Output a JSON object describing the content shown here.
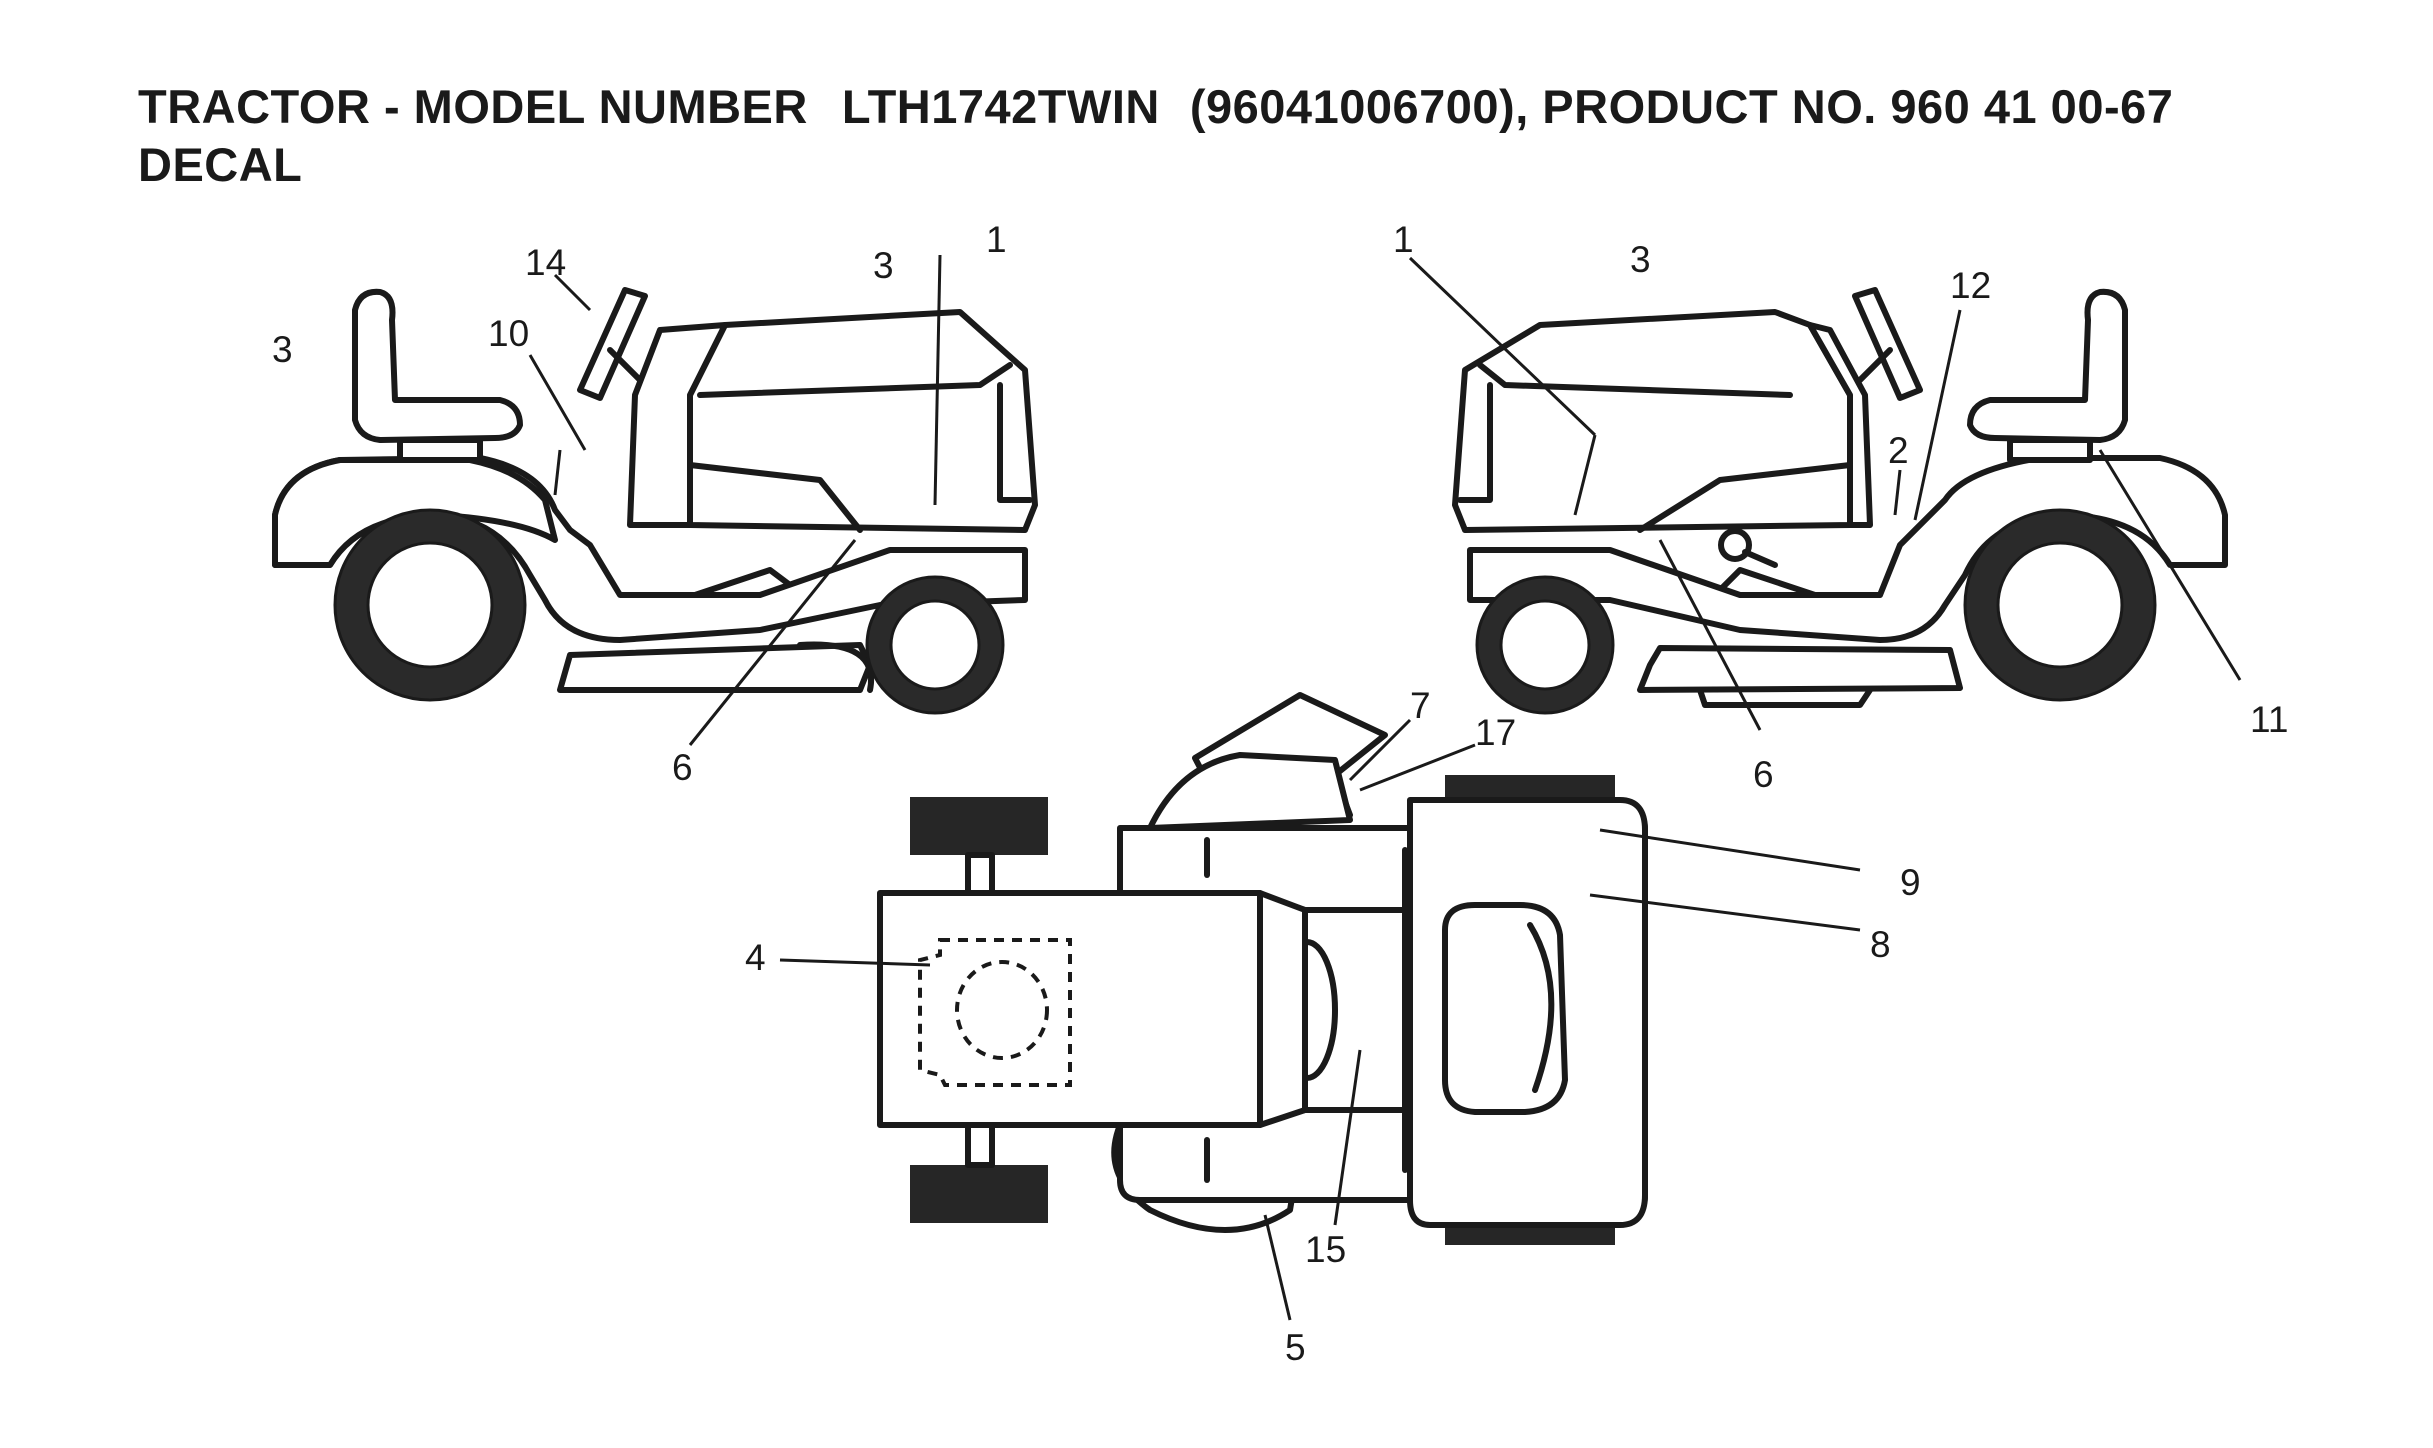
{
  "title": {
    "part1": "TRACTOR - MODEL NUMBER",
    "part2": "LTH1742TWIN",
    "part3": "(96041006700), PRODUCT NO. 960 41 00-67",
    "line2": "DECAL"
  },
  "callouts": {
    "left_view": [
      "3",
      "14",
      "10",
      "3",
      "1",
      "6"
    ],
    "right_view": [
      "1",
      "3",
      "12",
      "2",
      "11",
      "6"
    ],
    "top_view": [
      "7",
      "17",
      "9",
      "8",
      "4",
      "15",
      "5"
    ]
  }
}
